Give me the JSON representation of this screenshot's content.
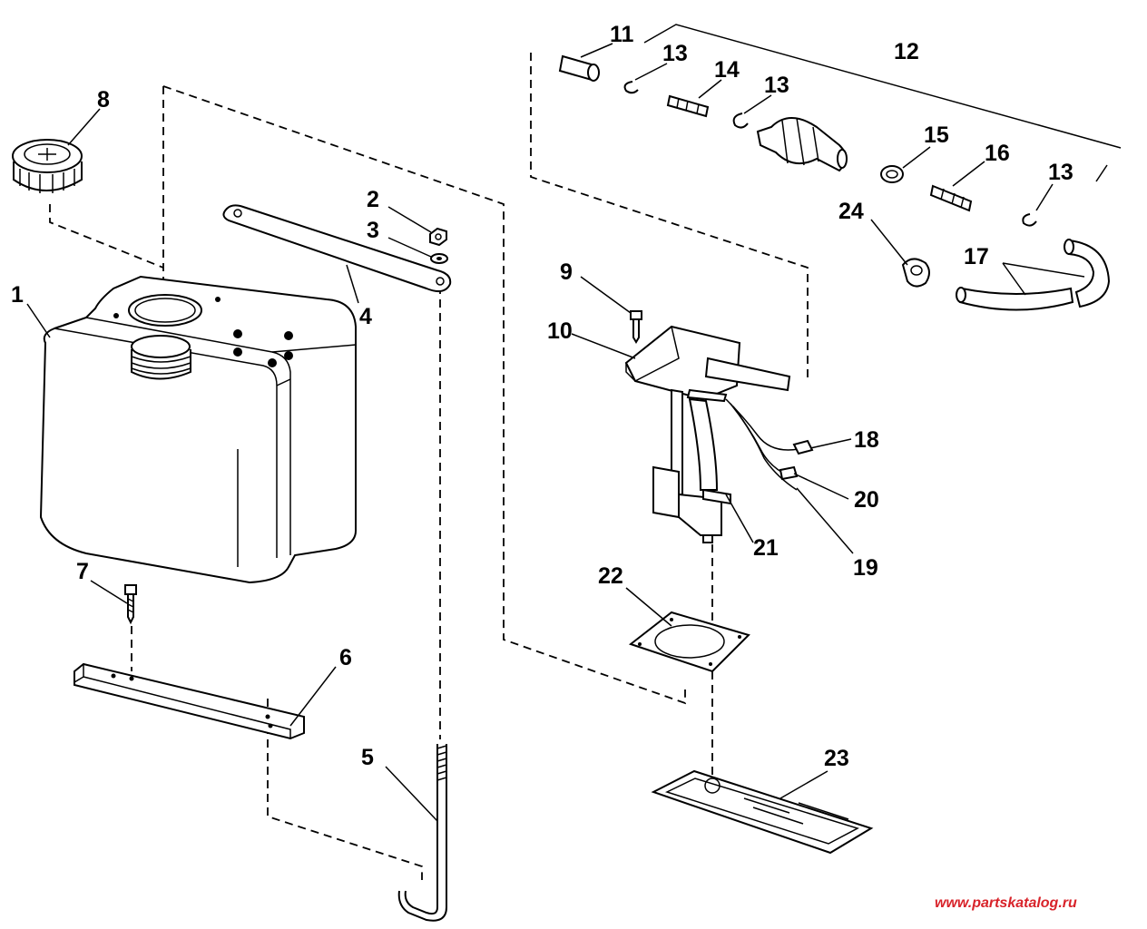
{
  "callouts": {
    "p1": "1",
    "p2": "2",
    "p3": "3",
    "p4": "4",
    "p5": "5",
    "p6": "6",
    "p7": "7",
    "p8": "8",
    "p9": "9",
    "p10": "10",
    "p11": "11",
    "p12": "12",
    "p13a": "13",
    "p13b": "13",
    "p13c": "13",
    "p14": "14",
    "p15": "15",
    "p16": "16",
    "p17": "17",
    "p18": "18",
    "p19": "19",
    "p20": "20",
    "p21": "21",
    "p22": "22",
    "p23": "23",
    "p24": "24"
  },
  "watermark": "www.partskatalog.ru",
  "colors": {
    "ink": "#000000",
    "watermark": "#d8232a",
    "background": "#ffffff"
  }
}
